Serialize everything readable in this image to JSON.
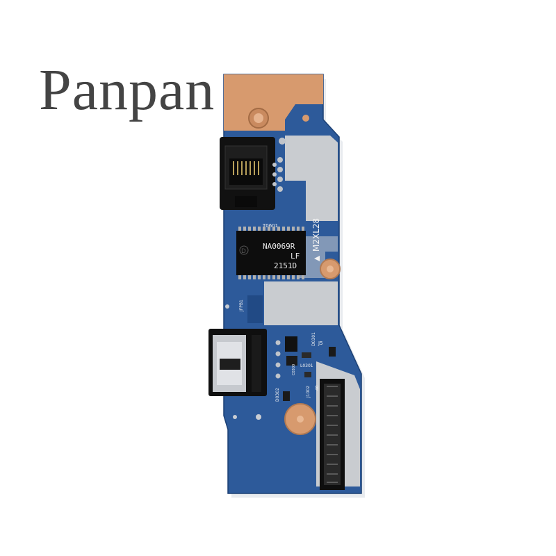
{
  "watermark": {
    "text": "Panpan"
  },
  "board": {
    "colors": {
      "pcb": "#2d5a9a",
      "pcb_dark": "#214a85",
      "copper_pad": "#d79a6e",
      "shield": "#c9ccd0",
      "connector": "#111111",
      "chip": "#0d0d0d"
    },
    "silkscreen": {
      "transformer_ref": "T0601",
      "board_model": "M2XL28",
      "flex_ref": "JFPB1",
      "diode_ref": "D0301",
      "jumper_ref": "J5",
      "inductor_ref": "L0301",
      "usb_diode_ref": "D0302",
      "connector_ref": "J1002",
      "cap_ref": "C0300",
      "pin_label": "40"
    },
    "chip": {
      "line1": "NA0069R",
      "line2": "LF",
      "line3": "2151D"
    }
  }
}
